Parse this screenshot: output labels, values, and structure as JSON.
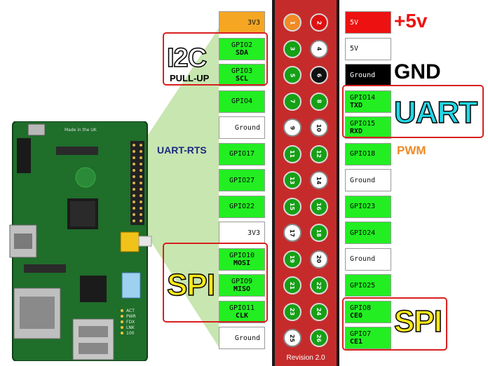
{
  "left_pins": [
    {
      "pin": "1",
      "line1": "3V3",
      "line2": "",
      "color": "orange"
    },
    {
      "pin": "3",
      "line1": "GPIO2",
      "line2": "SDA",
      "color": "green"
    },
    {
      "pin": "5",
      "line1": "GPIO3",
      "line2": "SCL",
      "color": "green"
    },
    {
      "pin": "7",
      "line1": "GPIO4",
      "line2": "",
      "color": "green"
    },
    {
      "pin": "9",
      "line1": "Ground",
      "line2": "",
      "color": "white"
    },
    {
      "pin": "11",
      "line1": "GPIO17",
      "line2": "",
      "color": "green"
    },
    {
      "pin": "13",
      "line1": "GPIO27",
      "line2": "",
      "color": "green"
    },
    {
      "pin": "15",
      "line1": "GPIO22",
      "line2": "",
      "color": "green"
    },
    {
      "pin": "17",
      "line1": "3V3",
      "line2": "",
      "color": "white"
    },
    {
      "pin": "19",
      "line1": "GPIO10",
      "line2": "MOSI",
      "color": "green"
    },
    {
      "pin": "21",
      "line1": "GPIO9",
      "line2": "MISO",
      "color": "green"
    },
    {
      "pin": "23",
      "line1": "GPIO11",
      "line2": "CLK",
      "color": "green"
    },
    {
      "pin": "25",
      "line1": "Ground",
      "line2": "",
      "color": "white"
    }
  ],
  "right_pins": [
    {
      "pin": "2",
      "line1": "5V",
      "line2": "",
      "color": "red"
    },
    {
      "pin": "4",
      "line1": "5V",
      "line2": "",
      "color": "white"
    },
    {
      "pin": "6",
      "line1": "Ground",
      "line2": "",
      "color": "black"
    },
    {
      "pin": "8",
      "line1": "GPIO14",
      "line2": "TXD",
      "color": "green"
    },
    {
      "pin": "10",
      "line1": "GPIO15",
      "line2": "RXD",
      "color": "green"
    },
    {
      "pin": "12",
      "line1": "GPIO18",
      "line2": "",
      "color": "green"
    },
    {
      "pin": "14",
      "line1": "Ground",
      "line2": "",
      "color": "white"
    },
    {
      "pin": "16",
      "line1": "GPIO23",
      "line2": "",
      "color": "green"
    },
    {
      "pin": "18",
      "line1": "GPIO24",
      "line2": "",
      "color": "green"
    },
    {
      "pin": "20",
      "line1": "Ground",
      "line2": "",
      "color": "white"
    },
    {
      "pin": "22",
      "line1": "GPIO25",
      "line2": "",
      "color": "green"
    },
    {
      "pin": "24",
      "line1": "GPIO8",
      "line2": "CE0",
      "color": "green"
    },
    {
      "pin": "26",
      "line1": "GPIO7",
      "line2": "CE1",
      "color": "green"
    }
  ],
  "header_pin_colors": {
    "left": [
      "orange",
      "green",
      "green",
      "green",
      "white",
      "green",
      "green",
      "green",
      "white",
      "green",
      "green",
      "green",
      "white"
    ],
    "right": [
      "red",
      "white",
      "black",
      "green",
      "white",
      "green",
      "white",
      "green",
      "green",
      "white",
      "green",
      "green",
      "green"
    ]
  },
  "labels": {
    "i2c": "I2C",
    "pull_up": "PULL-UP",
    "uart_rts": "UART-RTS",
    "spi_left": "SPI",
    "plus5v": "+5v",
    "gnd": "GND",
    "uart": "UART",
    "pwm": "PWM",
    "spi_right": "SPI"
  },
  "revision": "Revision 2.0",
  "board_markings": {
    "made_in": "Made in the UK",
    "act": "ACT",
    "pwr": "PWR",
    "fdx": "FDX",
    "lnk": "LNK",
    "speed": "100"
  },
  "colors": {
    "green": "#22ee22",
    "red": "#ee1111",
    "orange": "#f5a623",
    "group_border": "#d82020",
    "uart_cyan": "#22d6e6",
    "spi_yellow": "#ffe81a",
    "pwm_orange": "#f08a24",
    "uart_rts_navy": "#1a2a80"
  }
}
